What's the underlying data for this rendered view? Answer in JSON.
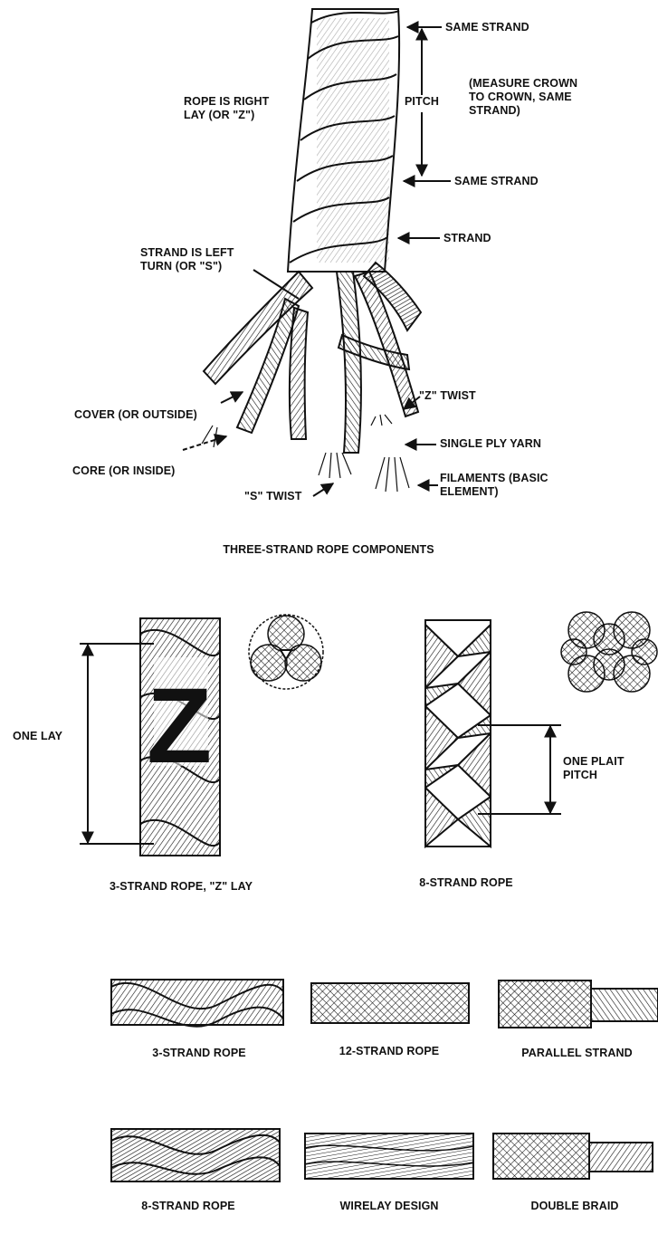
{
  "top_diagram": {
    "labels": {
      "same_strand_top": "SAME STRAND",
      "measure_note": "(MEASURE CROWN\nTO CROWN, SAME\nSTRAND)",
      "rope_right_lay": "ROPE IS RIGHT\nLAY (OR \"Z\")",
      "pitch": "PITCH",
      "same_strand_bottom": "SAME STRAND",
      "strand": "STRAND",
      "strand_left_turn": "STRAND IS LEFT\nTURN (OR \"S\")",
      "z_twist": "\"Z\" TWIST",
      "cover": "COVER (OR OUTSIDE)",
      "single_ply_yarn": "SINGLE PLY YARN",
      "core": "CORE (OR INSIDE)",
      "filaments": "FILAMENTS (BASIC\nELEMENT)",
      "s_twist": "\"S\" TWIST"
    },
    "caption": "THREE-STRAND ROPE COMPONENTS"
  },
  "middle_diagrams": {
    "one_lay": "ONE LAY",
    "z_letter": "Z",
    "one_plait_pitch": "ONE PLAIT\nPITCH",
    "caption_left": "3-STRAND ROPE, \"Z\" LAY",
    "caption_right": "8-STRAND ROPE"
  },
  "rope_samples": [
    {
      "label": "3-STRAND ROPE"
    },
    {
      "label": "12-STRAND ROPE"
    },
    {
      "label": "PARALLEL STRAND"
    },
    {
      "label": "8-STRAND ROPE"
    },
    {
      "label": "WIRELAY DESIGN"
    },
    {
      "label": "DOUBLE BRAID"
    }
  ]
}
